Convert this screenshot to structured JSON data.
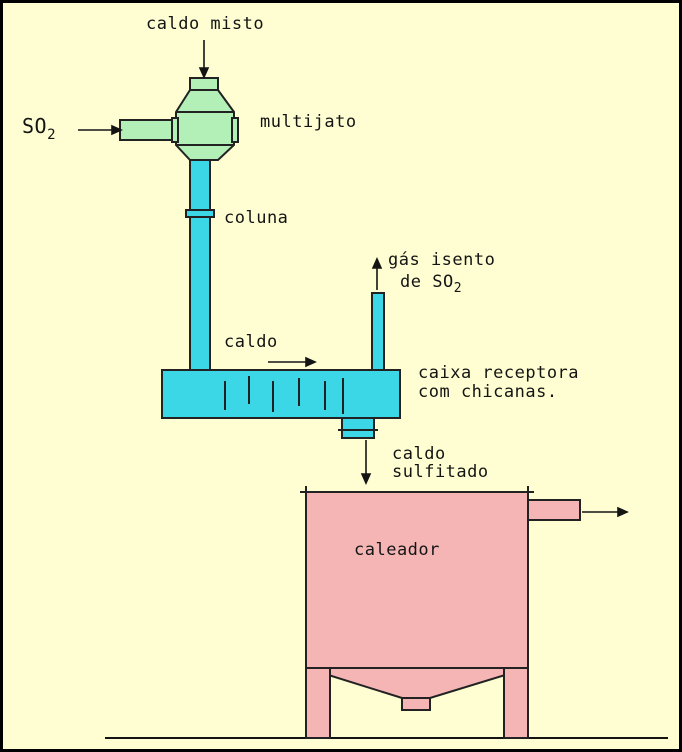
{
  "labels": {
    "caldo_misto": "caldo misto",
    "so2_in_main": "SO",
    "so2_in_sub": "2",
    "multijato": "multijato",
    "coluna": "coluna",
    "gas_line1": "gás isento",
    "gas_line2_main": "de SO",
    "gas_line2_sub": "2",
    "caldo": "caldo",
    "caixa_line1": "caixa receptora",
    "caixa_line2": "com chicanas.",
    "sulf_line1": "caldo",
    "sulf_line2": "sulfitado",
    "caleador": "caleador"
  },
  "colors": {
    "background": "#fefed2",
    "multijato_green": "#b3f0b8",
    "column_cyan": "#3bd7e6",
    "caleador_pink": "#f5b5b5",
    "ink": "#141414"
  }
}
